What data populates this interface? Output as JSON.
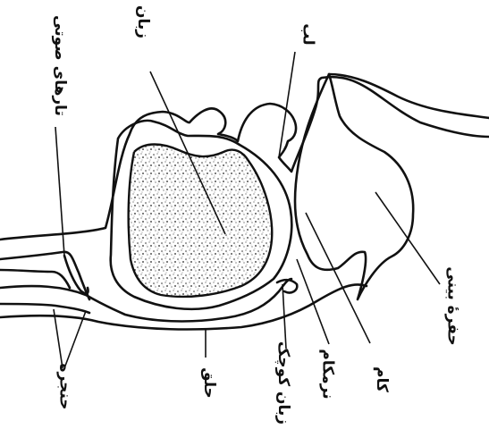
{
  "labels": {
    "vocal_cords": "تارهای صوتی",
    "tongue": "زبان",
    "lip": "لب",
    "nasal_cavity": "حفرهٔ بینی",
    "palate": "کام",
    "soft_palate": "نرمکام",
    "uvula": "زبان کوچک",
    "pharynx": "حلق",
    "larynx": "حنجره"
  }
}
